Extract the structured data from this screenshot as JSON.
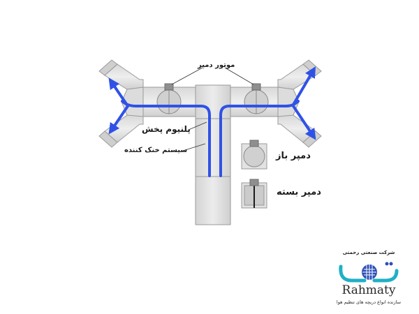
{
  "labels": {
    "damper_motor": "موتور دمپر",
    "distribution_plenum": "پلنیوم پخش",
    "cooling_system": "سیستم خنک کننده",
    "open_damper": "دمپر باز",
    "closed_damper": "دمپر بسته"
  },
  "logo": {
    "company": "شرکت صنعتی رحمتی",
    "brand": "Rahmaty",
    "tagline": "سازنده انواع دریچه های تنظیم هوا"
  },
  "colors": {
    "airflow": "#2f52e6",
    "duct_fill": "#e2e2e2",
    "duct_stroke": "#9a9a9a",
    "logo_teal": "#1fb0c6",
    "logo_blue": "#2e4fb8"
  }
}
